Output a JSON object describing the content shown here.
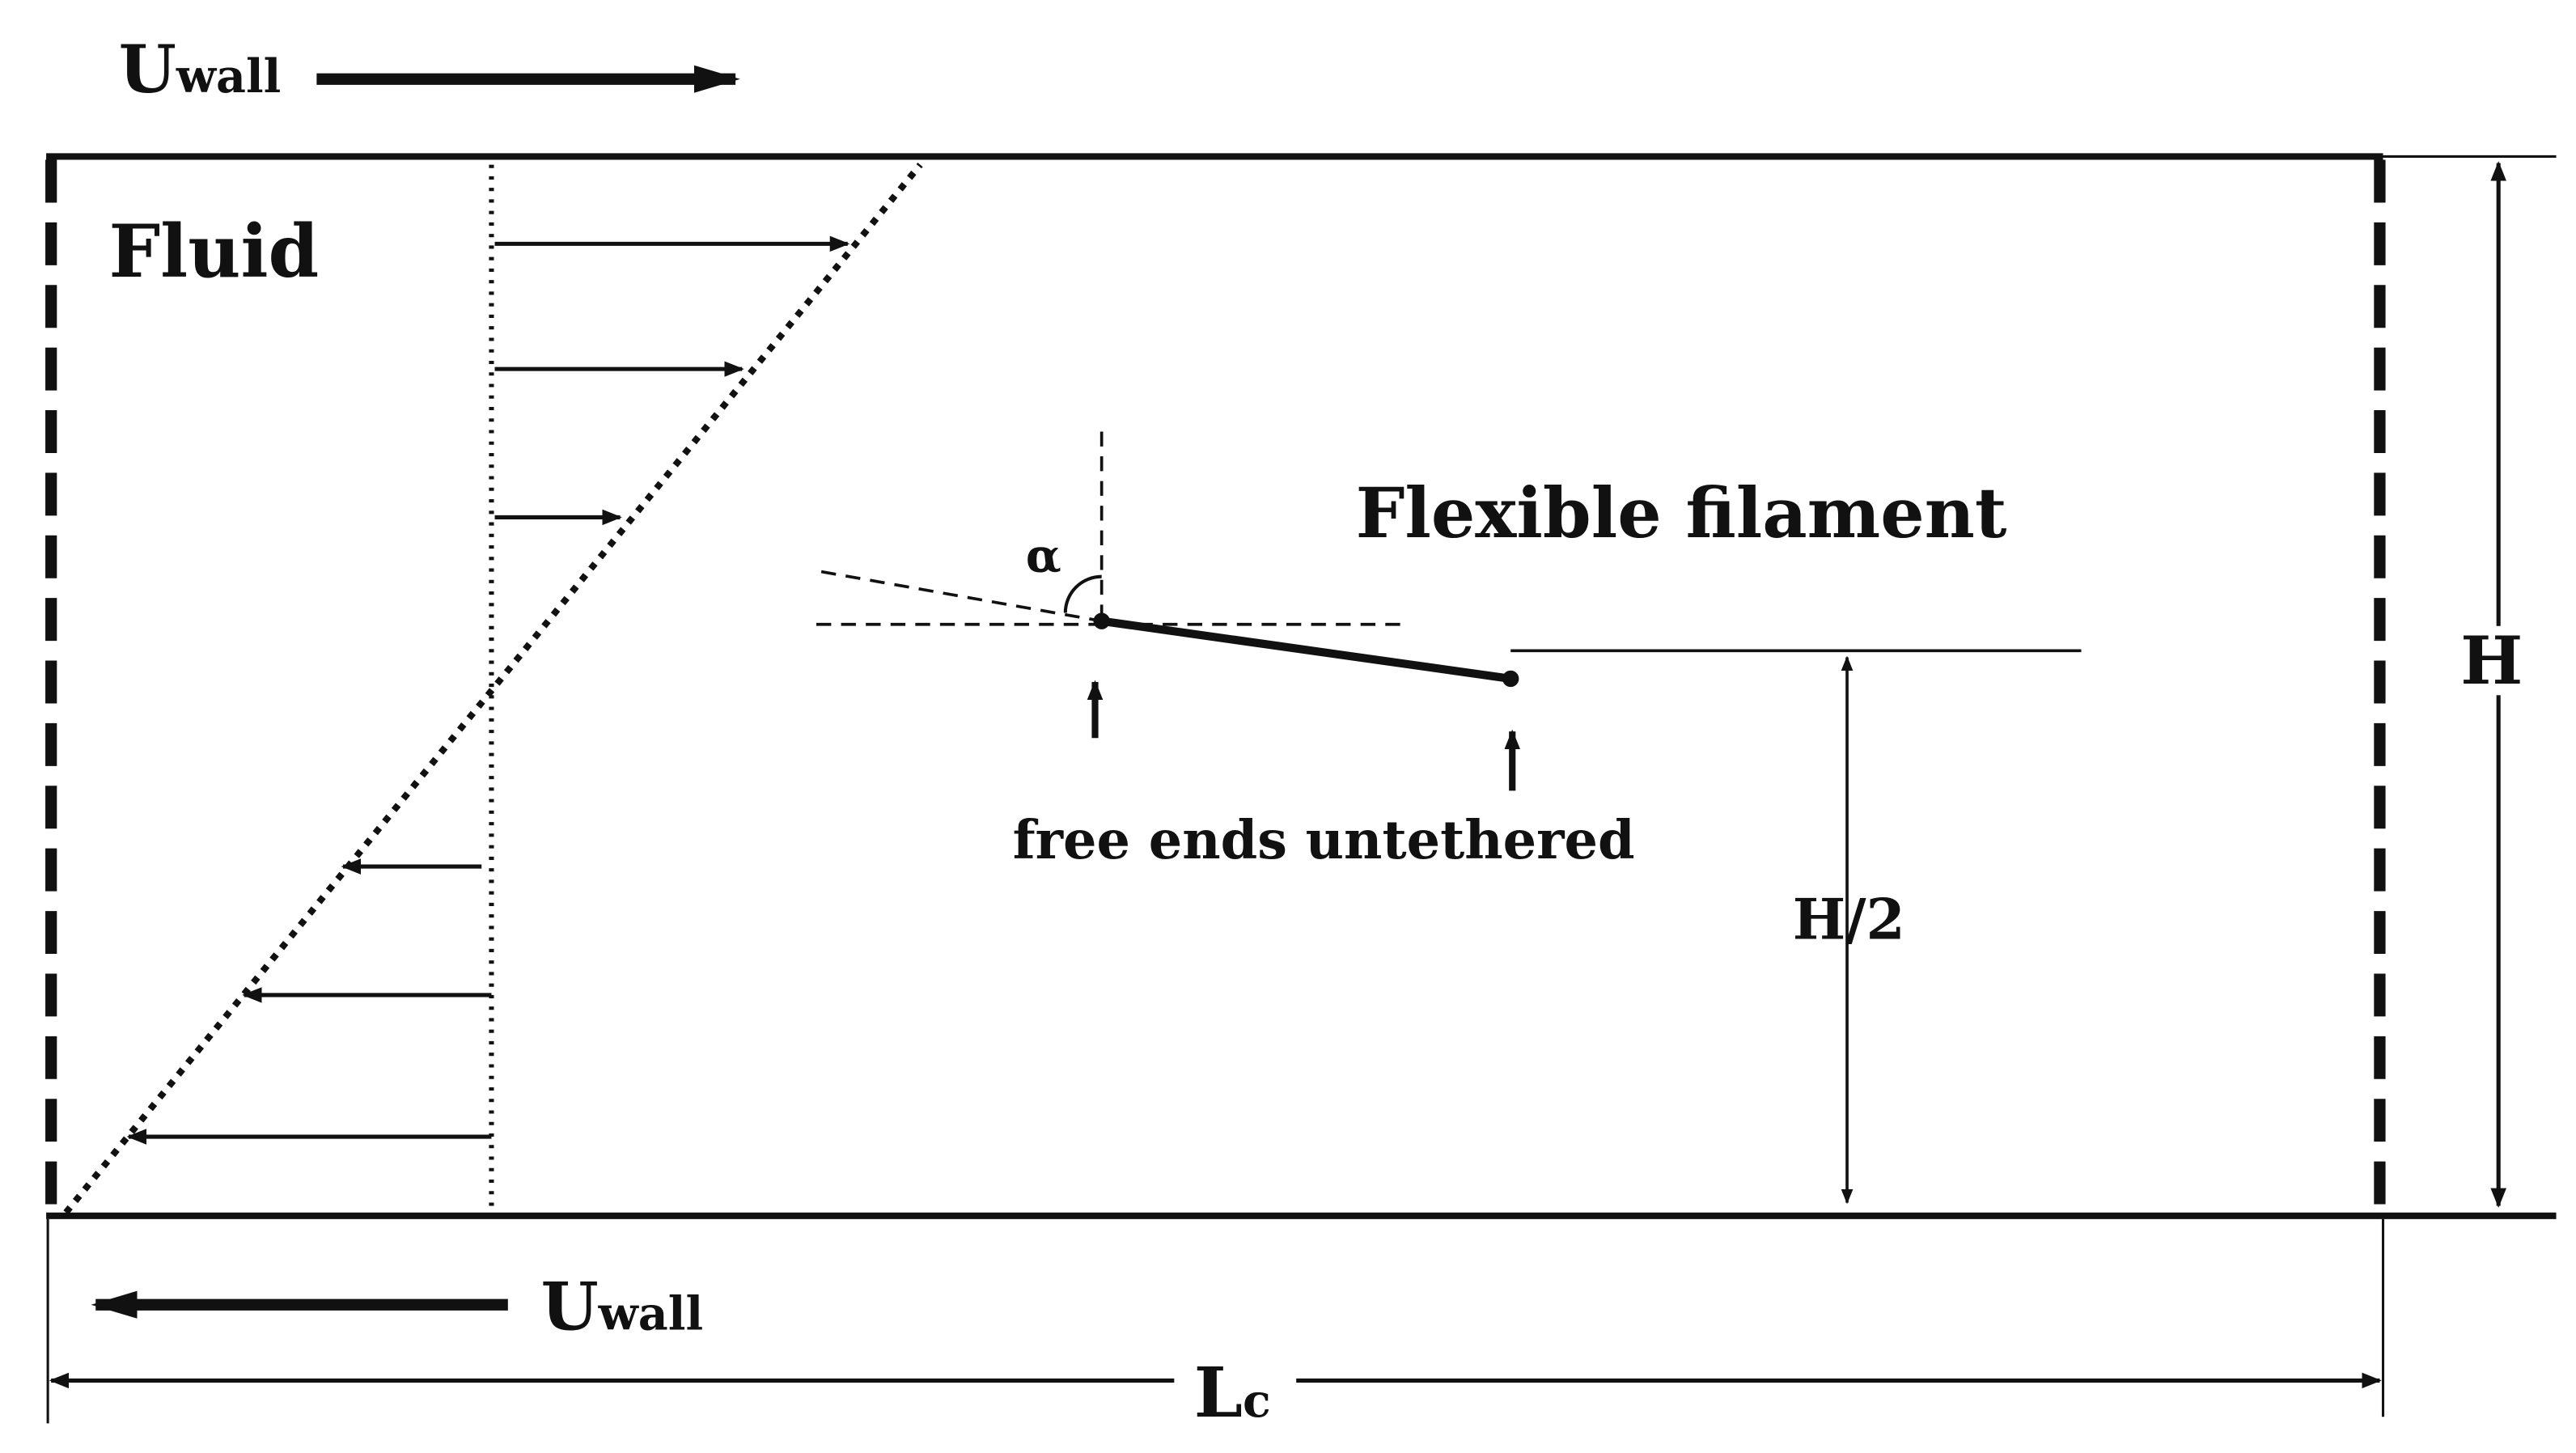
{
  "labels": {
    "u_wall_main": "U",
    "u_wall_sub": "wall",
    "fluid": "Fluid",
    "alpha": "α",
    "flexible_filament": "Flexible filament",
    "free_ends": "free ends untethered",
    "half_height": "H/2",
    "height": "H",
    "length_main": "L",
    "length_sub": "c"
  },
  "colors": {
    "ink": "#111111",
    "background": "#ffffff"
  }
}
